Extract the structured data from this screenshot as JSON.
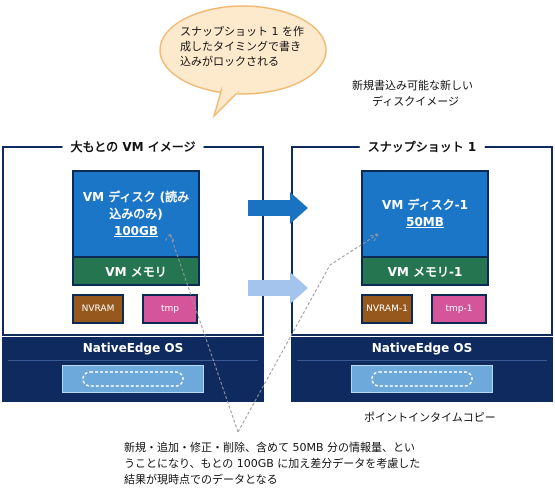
{
  "callout": {
    "lines": [
      "スナップショット 1 を作",
      "成したタイミングで書き",
      "込みがロックされる"
    ]
  },
  "top_right_note": {
    "lines": [
      "新規書込み可能な新しい",
      "ディスクイメージ"
    ]
  },
  "left_panel": {
    "title": "大もとの VM イメージ",
    "disk": {
      "line1": "VM ディスク (読み",
      "line2": "込みのみ)",
      "size": "100GB"
    },
    "memory": "VM メモリ",
    "nvram": "NVRAM",
    "tmp": "tmp",
    "os": "NativeEdge OS"
  },
  "right_panel": {
    "title": "スナップショット 1",
    "disk": {
      "line1": "VM ディスク-1",
      "size": "50MB"
    },
    "memory": "VM メモリ-1",
    "nvram": "NVRAM-1",
    "tmp": "tmp-1",
    "os": "NativeEdge OS"
  },
  "pit_label": "ポイントインタイムコピー",
  "bottom_note": {
    "lines": [
      "新規・追加・修正・削除、含めて 50MB 分の情報量、とい",
      "うことになり、もとの 100GB に加え差分データを考慮した",
      "結果が現時点でのデータとなる"
    ]
  },
  "colors": {
    "navy": "#0f2a5e",
    "disk_blue": "#1b76c8",
    "memory_green": "#257550",
    "nvram_brown": "#96581c",
    "tmp_pink": "#d4559a",
    "arrow_dark": "#1a73c0",
    "arrow_light": "#a4c4ee",
    "callout_fill": "#fde9cc"
  }
}
